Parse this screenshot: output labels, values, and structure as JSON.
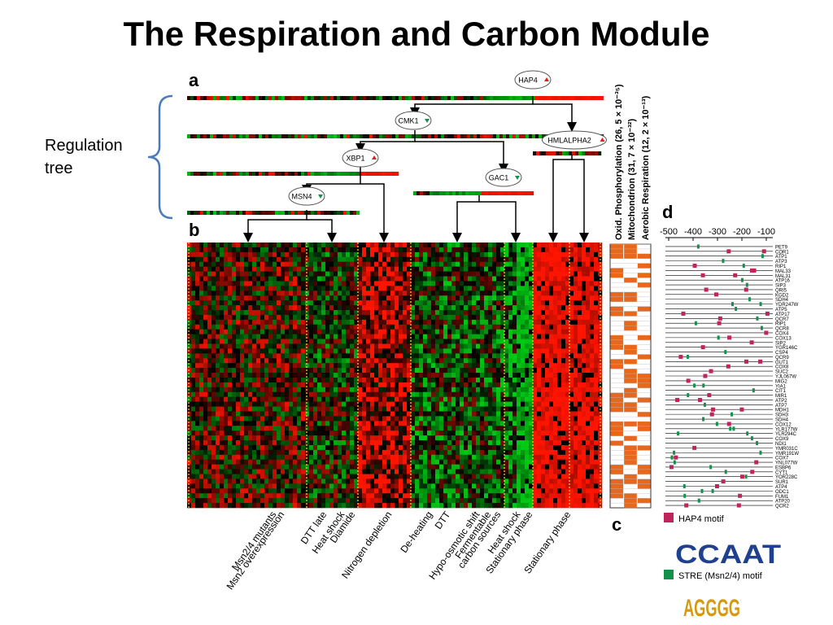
{
  "slide": {
    "title": "The Respiration and Carbon Module",
    "regulation_label_line1": "Regulation",
    "regulation_label_line2": "tree"
  },
  "panels": {
    "a": "a",
    "b": "b",
    "c": "c",
    "d": "d"
  },
  "tree": {
    "nodes": [
      "HAP4",
      "CMK1",
      "HMLALPHA2",
      "XBP1",
      "GAC1",
      "MSN4"
    ],
    "node_signs": {
      "HAP4": "up",
      "CMK1": "down",
      "HMLALPHA2": "up",
      "XBP1": "up",
      "GAC1": "down",
      "MSN4": "down"
    }
  },
  "conditions": [
    "Msn2/4 mutants",
    "Msn2 overexpression",
    "DTT late",
    "Heat shock",
    "Diamide",
    "Nitrogen depletion",
    "De-heating",
    "DTT",
    "Hypo-osmotic shift",
    "Fermentable",
    "carbon sources",
    "Heat shock",
    "Stationary phase",
    "Stationary phase"
  ],
  "annotations": [
    "Oxid. Phosphorylation (26, 5 × 10⁻³⁵)",
    "Mitochondrion (31, 7 × 10⁻³²)",
    "Aerobic Respiration (12, 2 × 10⁻¹³)"
  ],
  "motif_axis": {
    "ticks": [
      "-500",
      "-400",
      "-300",
      "-200",
      "-100"
    ]
  },
  "genes": [
    "PET9",
    "COR1",
    "ATP1",
    "ATP3",
    "RIP1",
    "MAL33",
    "MAL31",
    "ATP16",
    "SIP3",
    "QRI5",
    "KGD2",
    "SDH4",
    "YDR247W",
    "ATP5",
    "ATP17",
    "QCR7",
    "RIP1",
    "QCR8",
    "COX4",
    "COX13",
    "SIP2",
    "YGR146C",
    "CSP4",
    "QCR9",
    "GUT1",
    "COX8",
    "SUC2",
    "YJL067W",
    "MIG2",
    "YIA1",
    "CIT1",
    "MIR1",
    "ATP2",
    "ATP7",
    "MDH1",
    "SDH3",
    "SDH4",
    "COX12",
    "YLR177W",
    "YLR294C",
    "COX9",
    "NDI1",
    "YMR031C",
    "YMR191W",
    "COX7",
    "YNL077W",
    "ESBP6",
    "CYT1",
    "YOR228C",
    "SUR1",
    "ATP4",
    "ODC1",
    "FUM1",
    "ATP20",
    "QCR2"
  ],
  "legend": {
    "hap4": "HAP4 motif",
    "stre": "STRE (Msn2/4) motif",
    "logo_hap4": "CCAAT",
    "logo_stre": "AGGGG",
    "hap4_color": "#c0245a",
    "stre_color": "#13904a"
  }
}
